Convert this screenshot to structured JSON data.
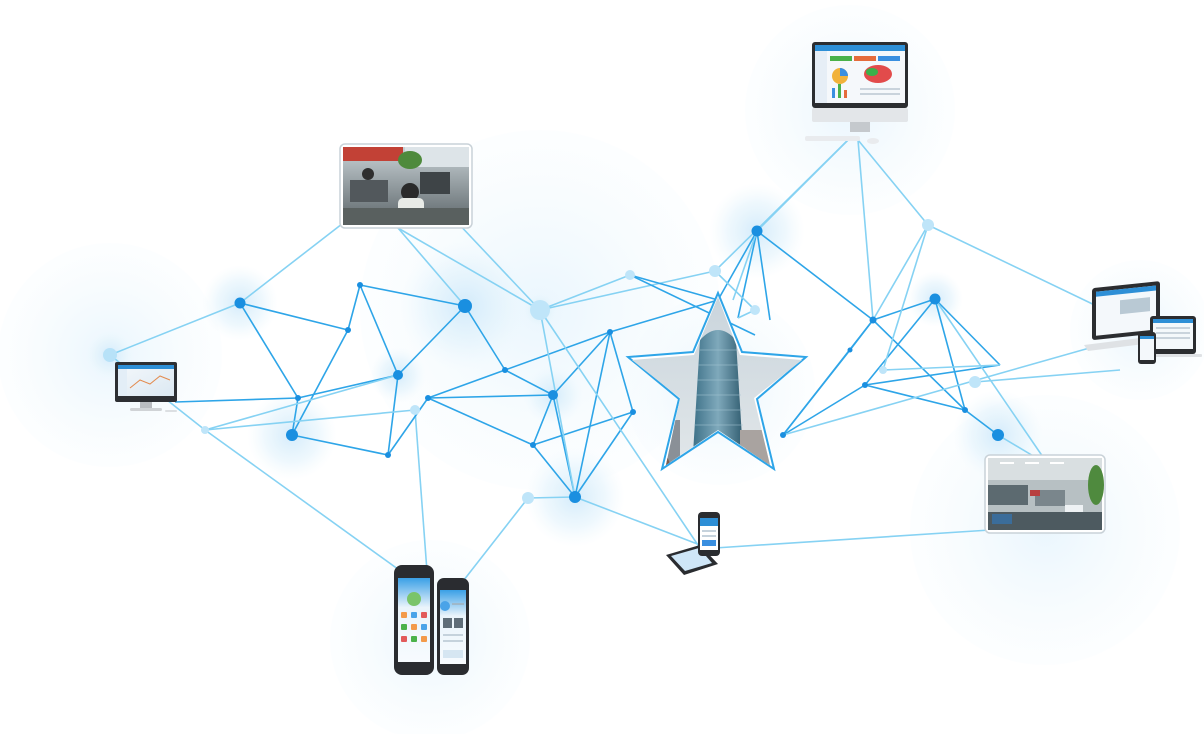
{
  "diagram": {
    "central_node": {
      "shape": "star",
      "image": "office-tower-photo"
    },
    "devices": [
      {
        "name": "desktop-monitor-left",
        "icon": "desktop-monitor-icon"
      },
      {
        "name": "office-photo-top",
        "icon": "office-photo"
      },
      {
        "name": "imac-dashboard-top-right",
        "icon": "imac-monitor-icon"
      },
      {
        "name": "multi-device-right",
        "icon": "responsive-devices-icon"
      },
      {
        "name": "office-photo-right",
        "icon": "office-photo"
      },
      {
        "name": "smartphones-bottom",
        "icon": "smartphone-pair-icon"
      },
      {
        "name": "tablet-phone-center",
        "icon": "tablet-phone-icon"
      }
    ],
    "colors": {
      "line": "#7fd0f4",
      "line_dark": "#2ea5e8",
      "node": "#1a8fe0",
      "glow": "#d4ecfa",
      "glow_light": "#eaf6fd",
      "star_border": "#2ea5e8"
    }
  }
}
